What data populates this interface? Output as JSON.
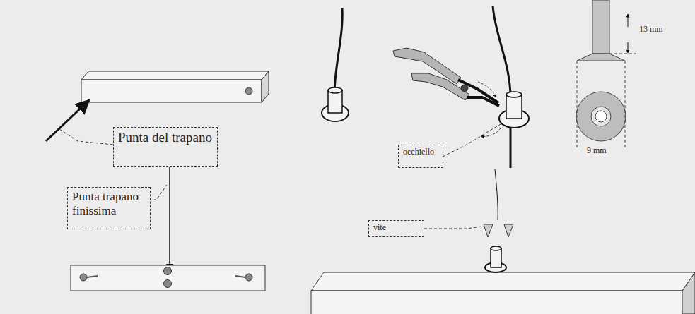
{
  "diagram": {
    "nodes": [
      {
        "text": [
          "Punta del trapano"
        ]
      },
      {
        "text": [
          "Punta trapano finissima"
        ]
      },
      {
        "text": [
          "occhiello"
        ]
      },
      {
        "text": [
          "vite"
        ]
      }
    ],
    "labels": [
      "13 mm",
      "9 mm"
    ]
  }
}
